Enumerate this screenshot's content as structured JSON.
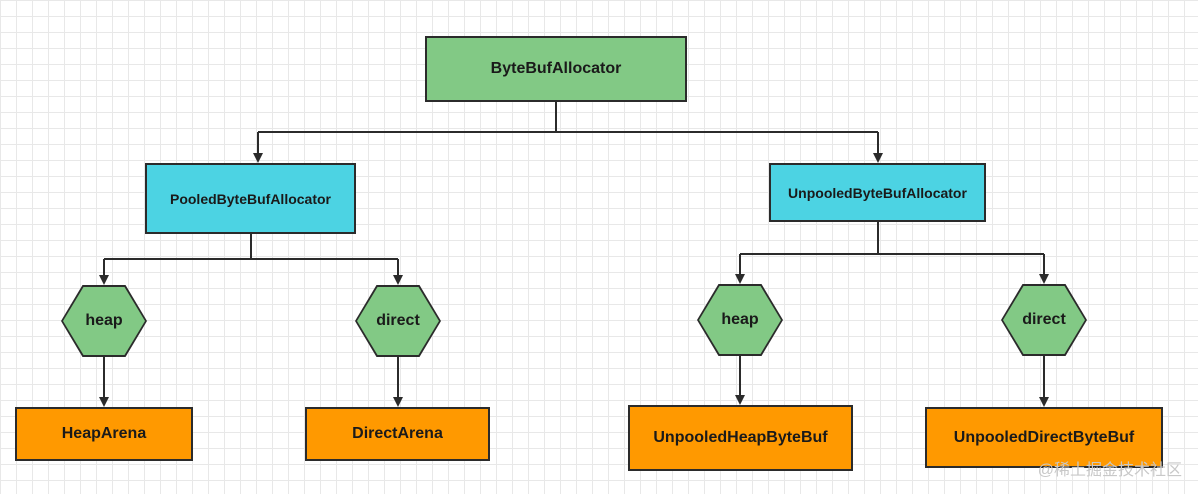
{
  "diagram": {
    "root": {
      "label": "ByteBufAllocator"
    },
    "pooled": {
      "label": "PooledByteBufAllocator",
      "heap": "heap",
      "direct": "direct",
      "heap_arena": "HeapArena",
      "direct_arena": "DirectArena"
    },
    "unpooled": {
      "label": "UnpooledByteBufAllocator",
      "heap": "heap",
      "direct": "direct",
      "heap_buf": "UnpooledHeapByteBuf",
      "direct_buf": "UnpooledDirectByteBuf"
    },
    "colors": {
      "green": "#82c985",
      "cyan": "#4cd3e3",
      "orange": "#ff9900",
      "line": "#2b2b2b"
    }
  },
  "watermark": "@稀土掘金技术社区"
}
